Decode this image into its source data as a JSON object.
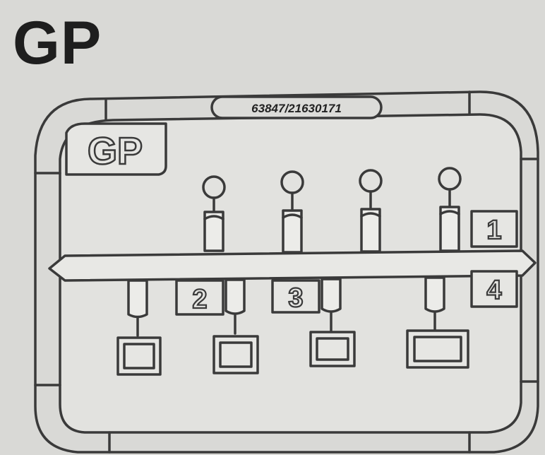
{
  "heading": "GP",
  "sprue": {
    "code": "63847/21630171",
    "logo": "GP",
    "parts": [
      "1",
      "2",
      "3",
      "4"
    ]
  },
  "colors": {
    "background": "#d9d9d6",
    "line": "#3a3a3a",
    "fill": "#e4e4e1"
  }
}
